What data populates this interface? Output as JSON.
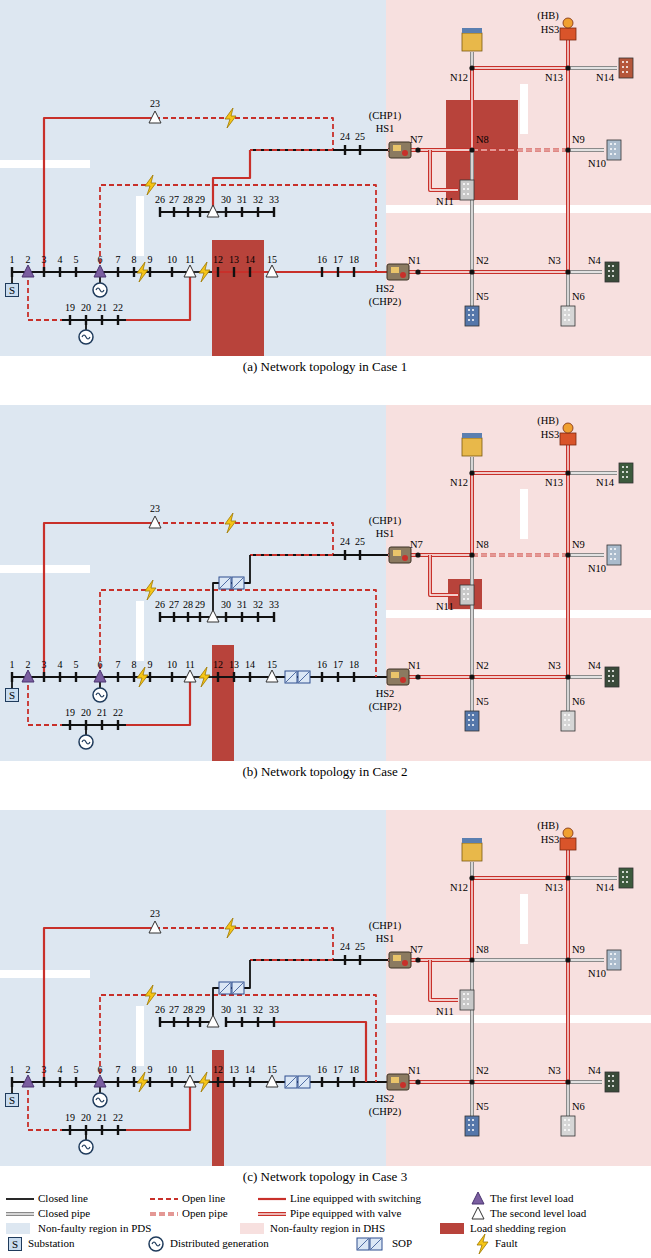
{
  "diagram": {
    "nodes": [
      {
        "text": [
          "S"
        ]
      },
      {
        "text": [
          "S"
        ]
      },
      {
        "text": [
          "S"
        ]
      },
      {
        "text": [
          "S"
        ]
      }
    ],
    "labels": [
      "1",
      "2",
      "3",
      "4",
      "5",
      "6",
      "7",
      "8",
      "9",
      "10",
      "11",
      "12",
      "13",
      "14",
      "15",
      "16",
      "17",
      "18",
      "19",
      "20",
      "21",
      "22",
      "23",
      "24",
      "25",
      "26",
      "27",
      "28",
      "29",
      "30",
      "31",
      "32",
      "33",
      "N1",
      "N2",
      "N3",
      "N4",
      "N5",
      "N6",
      "N7",
      "N8",
      "N9",
      "N10",
      "N11",
      "N12",
      "N13",
      "N14",
      "HS1",
      "(CHP1)",
      "HS2",
      "(CHP2)",
      "(HB)",
      "HS3",
      "(a) Network topology in Case 1",
      "1",
      "2",
      "3",
      "4",
      "5",
      "6",
      "7",
      "8",
      "9",
      "10",
      "11",
      "12",
      "13",
      "14",
      "15",
      "16",
      "17",
      "18",
      "19",
      "20",
      "21",
      "22",
      "23",
      "24",
      "25",
      "26",
      "27",
      "28",
      "29",
      "30",
      "31",
      "32",
      "33",
      "N1",
      "N2",
      "N3",
      "N4",
      "N5",
      "N6",
      "N7",
      "N8",
      "N9",
      "N10",
      "N11",
      "N12",
      "N13",
      "N14",
      "HS1",
      "(CHP1)",
      "HS2",
      "(CHP2)",
      "(HB)",
      "HS3",
      "(b) Network topology in Case 2",
      "1",
      "2",
      "3",
      "4",
      "5",
      "6",
      "7",
      "8",
      "9",
      "10",
      "11",
      "12",
      "13",
      "14",
      "15",
      "16",
      "17",
      "18",
      "19",
      "20",
      "21",
      "22",
      "23",
      "24",
      "25",
      "26",
      "27",
      "28",
      "29",
      "30",
      "31",
      "32",
      "33",
      "N1",
      "N2",
      "N3",
      "N4",
      "N5",
      "N6",
      "N7",
      "N8",
      "N9",
      "N10",
      "N11",
      "N12",
      "N13",
      "N14",
      "HS1",
      "(CHP1)",
      "HS2",
      "(CHP2)",
      "(HB)",
      "HS3",
      "(c) Network topology in Case 3"
    ],
    "legend": [
      {
        "text": "Closed line"
      },
      {
        "text": "Open line"
      },
      {
        "text": "Line equipped with switching"
      },
      {
        "text": "The first level load"
      },
      {
        "text": "Closed pipe"
      },
      {
        "text": "Open pipe"
      },
      {
        "text": "Pipe equipped with valve"
      },
      {
        "text": "The second level load"
      },
      {
        "text": "Non-faulty region in PDS",
        "color": "#dde7f1"
      },
      {
        "text": "Non-faulty region in DHS",
        "color": "#f7e0df"
      },
      {
        "text": "Load shedding region",
        "color": "#b8433b"
      },
      {
        "text": "Substation"
      },
      {
        "text": "Distributed generation"
      },
      {
        "text": "SOP"
      },
      {
        "text": "Fault"
      }
    ]
  }
}
